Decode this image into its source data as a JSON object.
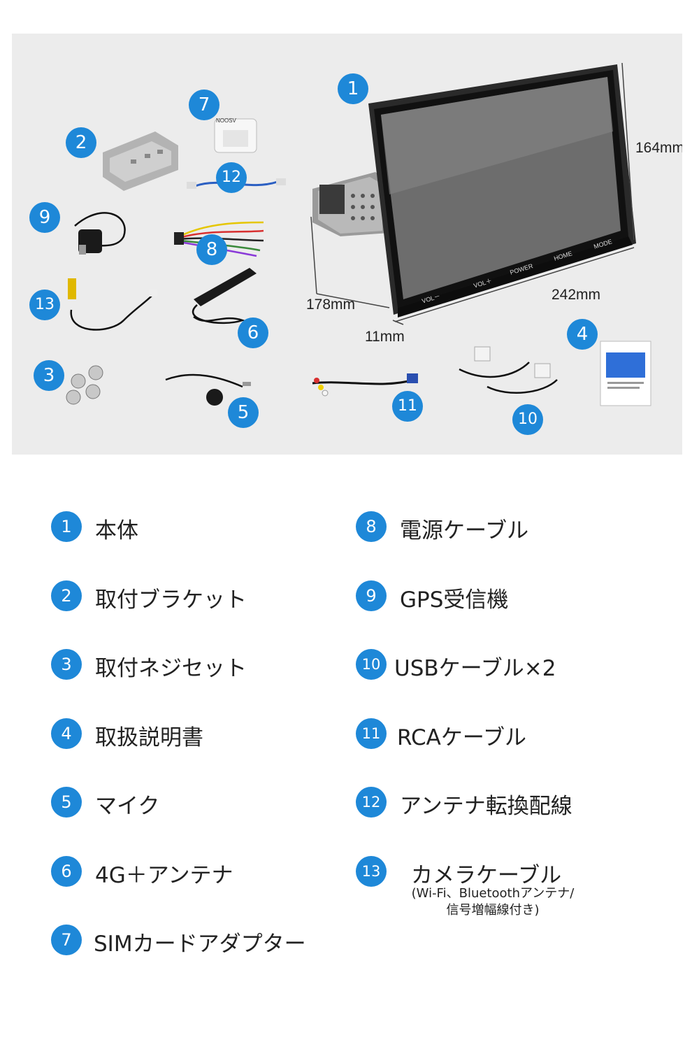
{
  "colors": {
    "badge": "#1e88d8",
    "photo_bg": "#ececec"
  },
  "photo": {
    "dimensions": {
      "height": "164mm",
      "width": "242mm",
      "depth": "178mm",
      "thickness": "11mm"
    },
    "screen_buttons": [
      "VOL－",
      "VOL＋",
      "POWER",
      "HOME",
      "MODE"
    ],
    "sim_brand": "NOOSV",
    "badges": [
      "1",
      "2",
      "3",
      "4",
      "5",
      "6",
      "7",
      "8",
      "9",
      "10",
      "11",
      "12",
      "13"
    ]
  },
  "items": [
    {
      "num": "1",
      "label": "本体"
    },
    {
      "num": "2",
      "label": "取付ブラケット"
    },
    {
      "num": "3",
      "label": "取付ネジセット"
    },
    {
      "num": "4",
      "label": "取扱説明書"
    },
    {
      "num": "5",
      "label": "マイク"
    },
    {
      "num": "6",
      "label": "4G＋アンテナ"
    },
    {
      "num": "7",
      "label": "SIMカードアダプター"
    },
    {
      "num": "8",
      "label": "電源ケーブル"
    },
    {
      "num": "9",
      "label": "GPS受信機"
    },
    {
      "num": "10",
      "label": "USBケーブル×2"
    },
    {
      "num": "11",
      "label": "RCAケーブル"
    },
    {
      "num": "12",
      "label": "アンテナ転換配線"
    },
    {
      "num": "13",
      "label": "カメラケーブル",
      "note_line1": "(Wi-Fi、Bluetoothアンテナ/",
      "note_line2": "信号増幅線付き)"
    }
  ]
}
